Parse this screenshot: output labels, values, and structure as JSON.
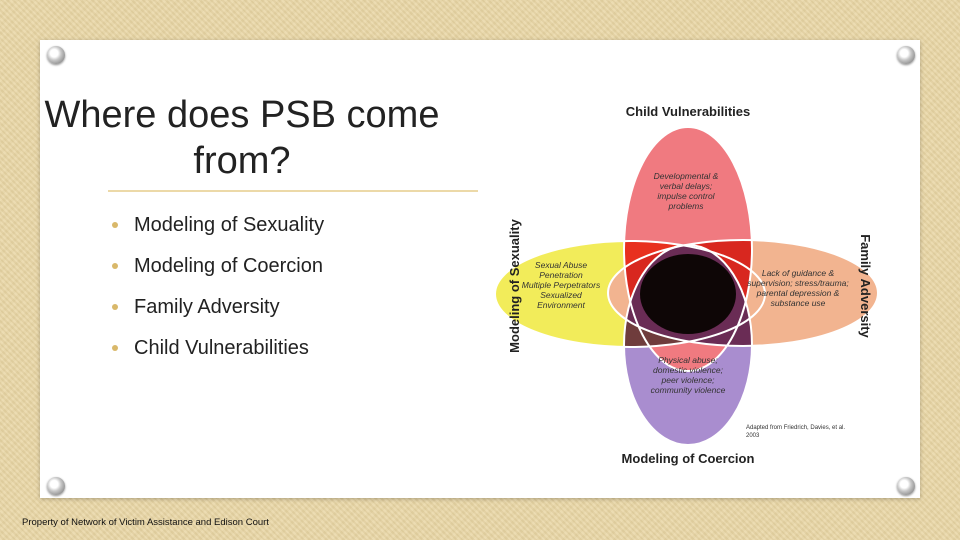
{
  "slide": {
    "title": "Where does PSB come from?",
    "bullets": [
      "Modeling of Sexuality",
      "Modeling of Coercion",
      "Family Adversity",
      "Child Vulnerabilities"
    ],
    "footer": "Property of Network of Victim Assistance and Edison Court"
  },
  "diagram": {
    "top_label": "Child Vulnerabilities",
    "left_label": "Modeling of Sexuality",
    "right_label": "Family Adversity",
    "bottom_label": "Modeling of Coercion",
    "top_text": [
      "Developmental &",
      "verbal delays;",
      "impulse control",
      "problems"
    ],
    "left_text": [
      "Sexual Abuse",
      "Penetration",
      "Multiple Perpetrators",
      "Sexualized",
      "Environment"
    ],
    "right_text": [
      "Lack of guidance &",
      "supervision; stress/trauma;",
      "parental depression &",
      "substance use"
    ],
    "bottom_text": [
      "Physical abuse;",
      "domestic violence;",
      "peer violence;",
      "community violence"
    ],
    "citation": [
      "Adapted from Friedrich, Davies, et al.",
      "2003"
    ],
    "colors": {
      "top": "#f07a80",
      "left": "#f2ec5a",
      "right": "#f2b490",
      "bottom": "#a98dcf",
      "top_left_overlap": "#e8301e",
      "top_right_overlap": "#d8271f",
      "left_bottom_overlap": "#6f3c3c",
      "right_bottom_overlap": "#6a2c55",
      "center": "#0e0606"
    }
  }
}
